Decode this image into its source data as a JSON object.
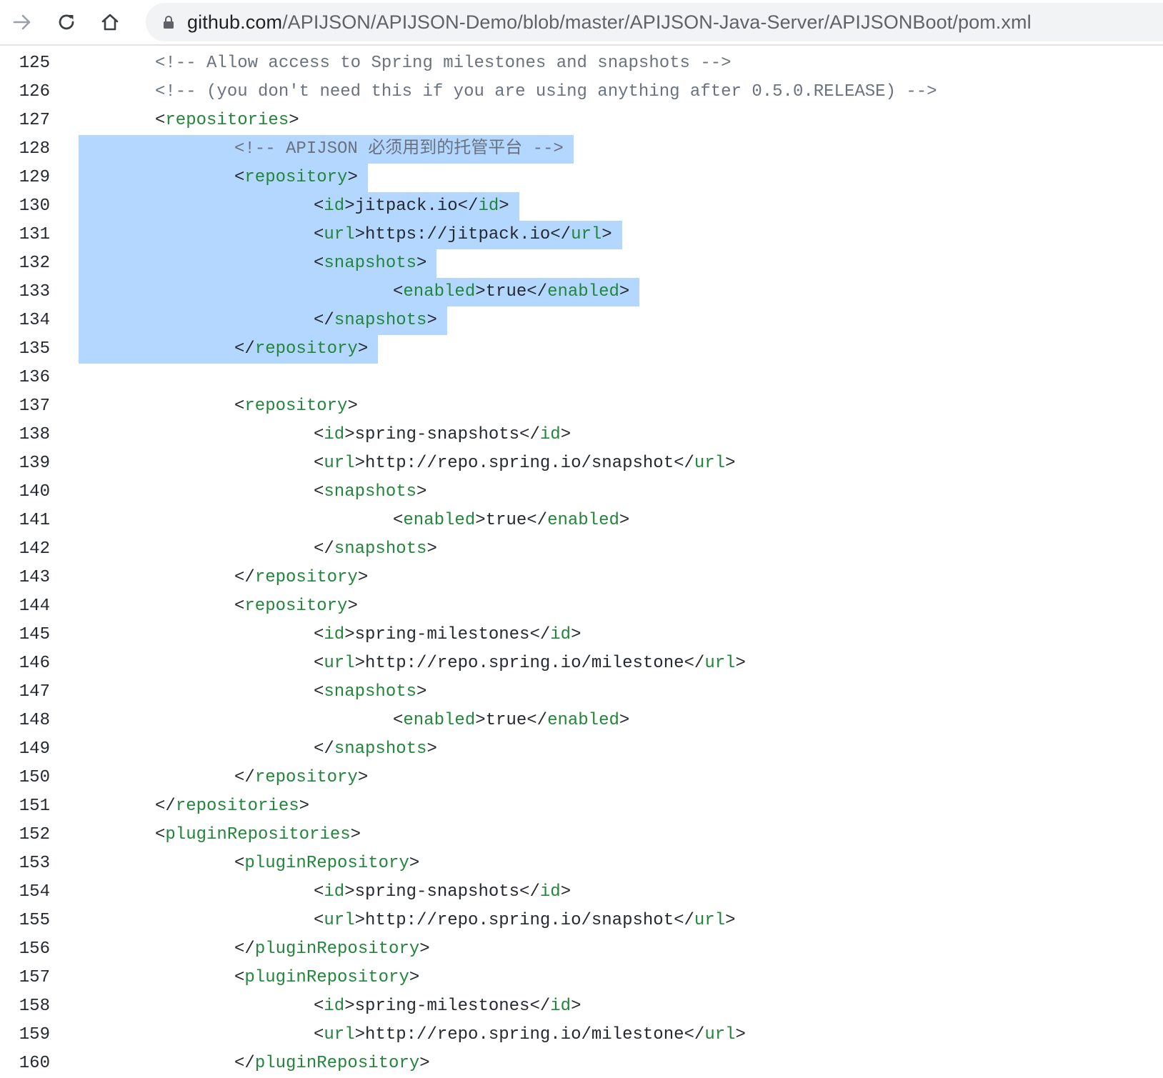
{
  "browser": {
    "url_host": "github.com",
    "url_path": "/APIJSON/APIJSON-Demo/blob/master/APIJSON-Java-Server/APIJSONBoot/pom.xml",
    "icons": {
      "back": "arrow-right-icon",
      "reload": "reload-icon",
      "home": "home-icon",
      "lock": "lock-icon"
    }
  },
  "code": {
    "colors": {
      "selection": "#b4d7ff",
      "tag": "#22863a",
      "comment": "#6a737d",
      "text": "#24292e"
    },
    "lines": [
      {
        "n": "125",
        "indent": 1,
        "selected": false,
        "segments": [
          {
            "t": "<!-- Allow access to Spring milestones and snapshots -->",
            "k": "comment"
          }
        ]
      },
      {
        "n": "126",
        "indent": 1,
        "selected": false,
        "segments": [
          {
            "t": "<!-- (you don't need this if you are using anything after 0.5.0.RELEASE) -->",
            "k": "comment"
          }
        ]
      },
      {
        "n": "127",
        "indent": 1,
        "selected": false,
        "segments": [
          {
            "t": "<",
            "k": "punct"
          },
          {
            "t": "repositories",
            "k": "tag"
          },
          {
            "t": ">",
            "k": "punct"
          }
        ]
      },
      {
        "n": "128",
        "indent": 2,
        "selected": true,
        "segments": [
          {
            "t": "<!-- APIJSON 必须用到的托管平台 -->",
            "k": "comment"
          }
        ]
      },
      {
        "n": "129",
        "indent": 2,
        "selected": true,
        "segments": [
          {
            "t": "<",
            "k": "punct"
          },
          {
            "t": "repository",
            "k": "tag"
          },
          {
            "t": ">",
            "k": "punct"
          }
        ]
      },
      {
        "n": "130",
        "indent": 3,
        "selected": true,
        "segments": [
          {
            "t": "<",
            "k": "punct"
          },
          {
            "t": "id",
            "k": "tag"
          },
          {
            "t": ">jitpack.io</",
            "k": "text"
          },
          {
            "t": "id",
            "k": "tag"
          },
          {
            "t": ">",
            "k": "punct"
          }
        ]
      },
      {
        "n": "131",
        "indent": 3,
        "selected": true,
        "segments": [
          {
            "t": "<",
            "k": "punct"
          },
          {
            "t": "url",
            "k": "tag"
          },
          {
            "t": ">https://jitpack.io</",
            "k": "text"
          },
          {
            "t": "url",
            "k": "tag"
          },
          {
            "t": ">",
            "k": "punct"
          }
        ]
      },
      {
        "n": "132",
        "indent": 3,
        "selected": true,
        "segments": [
          {
            "t": "<",
            "k": "punct"
          },
          {
            "t": "snapshots",
            "k": "tag"
          },
          {
            "t": ">",
            "k": "punct"
          }
        ]
      },
      {
        "n": "133",
        "indent": 4,
        "selected": true,
        "segments": [
          {
            "t": "<",
            "k": "punct"
          },
          {
            "t": "enabled",
            "k": "tag"
          },
          {
            "t": ">true</",
            "k": "text"
          },
          {
            "t": "enabled",
            "k": "tag"
          },
          {
            "t": ">",
            "k": "punct"
          }
        ]
      },
      {
        "n": "134",
        "indent": 3,
        "selected": true,
        "segments": [
          {
            "t": "</",
            "k": "punct"
          },
          {
            "t": "snapshots",
            "k": "tag"
          },
          {
            "t": ">",
            "k": "punct"
          }
        ]
      },
      {
        "n": "135",
        "indent": 2,
        "selected": true,
        "segments": [
          {
            "t": "</",
            "k": "punct"
          },
          {
            "t": "repository",
            "k": "tag"
          },
          {
            "t": ">",
            "k": "punct"
          }
        ]
      },
      {
        "n": "136",
        "indent": 0,
        "selected": false,
        "segments": []
      },
      {
        "n": "137",
        "indent": 2,
        "selected": false,
        "segments": [
          {
            "t": "<",
            "k": "punct"
          },
          {
            "t": "repository",
            "k": "tag"
          },
          {
            "t": ">",
            "k": "punct"
          }
        ]
      },
      {
        "n": "138",
        "indent": 3,
        "selected": false,
        "segments": [
          {
            "t": "<",
            "k": "punct"
          },
          {
            "t": "id",
            "k": "tag"
          },
          {
            "t": ">spring-snapshots</",
            "k": "text"
          },
          {
            "t": "id",
            "k": "tag"
          },
          {
            "t": ">",
            "k": "punct"
          }
        ]
      },
      {
        "n": "139",
        "indent": 3,
        "selected": false,
        "segments": [
          {
            "t": "<",
            "k": "punct"
          },
          {
            "t": "url",
            "k": "tag"
          },
          {
            "t": ">http://repo.spring.io/snapshot</",
            "k": "text"
          },
          {
            "t": "url",
            "k": "tag"
          },
          {
            "t": ">",
            "k": "punct"
          }
        ]
      },
      {
        "n": "140",
        "indent": 3,
        "selected": false,
        "segments": [
          {
            "t": "<",
            "k": "punct"
          },
          {
            "t": "snapshots",
            "k": "tag"
          },
          {
            "t": ">",
            "k": "punct"
          }
        ]
      },
      {
        "n": "141",
        "indent": 4,
        "selected": false,
        "segments": [
          {
            "t": "<",
            "k": "punct"
          },
          {
            "t": "enabled",
            "k": "tag"
          },
          {
            "t": ">true</",
            "k": "text"
          },
          {
            "t": "enabled",
            "k": "tag"
          },
          {
            "t": ">",
            "k": "punct"
          }
        ]
      },
      {
        "n": "142",
        "indent": 3,
        "selected": false,
        "segments": [
          {
            "t": "</",
            "k": "punct"
          },
          {
            "t": "snapshots",
            "k": "tag"
          },
          {
            "t": ">",
            "k": "punct"
          }
        ]
      },
      {
        "n": "143",
        "indent": 2,
        "selected": false,
        "segments": [
          {
            "t": "</",
            "k": "punct"
          },
          {
            "t": "repository",
            "k": "tag"
          },
          {
            "t": ">",
            "k": "punct"
          }
        ]
      },
      {
        "n": "144",
        "indent": 2,
        "selected": false,
        "segments": [
          {
            "t": "<",
            "k": "punct"
          },
          {
            "t": "repository",
            "k": "tag"
          },
          {
            "t": ">",
            "k": "punct"
          }
        ]
      },
      {
        "n": "145",
        "indent": 3,
        "selected": false,
        "segments": [
          {
            "t": "<",
            "k": "punct"
          },
          {
            "t": "id",
            "k": "tag"
          },
          {
            "t": ">spring-milestones</",
            "k": "text"
          },
          {
            "t": "id",
            "k": "tag"
          },
          {
            "t": ">",
            "k": "punct"
          }
        ]
      },
      {
        "n": "146",
        "indent": 3,
        "selected": false,
        "segments": [
          {
            "t": "<",
            "k": "punct"
          },
          {
            "t": "url",
            "k": "tag"
          },
          {
            "t": ">http://repo.spring.io/milestone</",
            "k": "text"
          },
          {
            "t": "url",
            "k": "tag"
          },
          {
            "t": ">",
            "k": "punct"
          }
        ]
      },
      {
        "n": "147",
        "indent": 3,
        "selected": false,
        "segments": [
          {
            "t": "<",
            "k": "punct"
          },
          {
            "t": "snapshots",
            "k": "tag"
          },
          {
            "t": ">",
            "k": "punct"
          }
        ]
      },
      {
        "n": "148",
        "indent": 4,
        "selected": false,
        "segments": [
          {
            "t": "<",
            "k": "punct"
          },
          {
            "t": "enabled",
            "k": "tag"
          },
          {
            "t": ">true</",
            "k": "text"
          },
          {
            "t": "enabled",
            "k": "tag"
          },
          {
            "t": ">",
            "k": "punct"
          }
        ]
      },
      {
        "n": "149",
        "indent": 3,
        "selected": false,
        "segments": [
          {
            "t": "</",
            "k": "punct"
          },
          {
            "t": "snapshots",
            "k": "tag"
          },
          {
            "t": ">",
            "k": "punct"
          }
        ]
      },
      {
        "n": "150",
        "indent": 2,
        "selected": false,
        "segments": [
          {
            "t": "</",
            "k": "punct"
          },
          {
            "t": "repository",
            "k": "tag"
          },
          {
            "t": ">",
            "k": "punct"
          }
        ]
      },
      {
        "n": "151",
        "indent": 1,
        "selected": false,
        "segments": [
          {
            "t": "</",
            "k": "punct"
          },
          {
            "t": "repositories",
            "k": "tag"
          },
          {
            "t": ">",
            "k": "punct"
          }
        ]
      },
      {
        "n": "152",
        "indent": 1,
        "selected": false,
        "segments": [
          {
            "t": "<",
            "k": "punct"
          },
          {
            "t": "pluginRepositories",
            "k": "tag"
          },
          {
            "t": ">",
            "k": "punct"
          }
        ]
      },
      {
        "n": "153",
        "indent": 2,
        "selected": false,
        "segments": [
          {
            "t": "<",
            "k": "punct"
          },
          {
            "t": "pluginRepository",
            "k": "tag"
          },
          {
            "t": ">",
            "k": "punct"
          }
        ]
      },
      {
        "n": "154",
        "indent": 3,
        "selected": false,
        "segments": [
          {
            "t": "<",
            "k": "punct"
          },
          {
            "t": "id",
            "k": "tag"
          },
          {
            "t": ">spring-snapshots</",
            "k": "text"
          },
          {
            "t": "id",
            "k": "tag"
          },
          {
            "t": ">",
            "k": "punct"
          }
        ]
      },
      {
        "n": "155",
        "indent": 3,
        "selected": false,
        "segments": [
          {
            "t": "<",
            "k": "punct"
          },
          {
            "t": "url",
            "k": "tag"
          },
          {
            "t": ">http://repo.spring.io/snapshot</",
            "k": "text"
          },
          {
            "t": "url",
            "k": "tag"
          },
          {
            "t": ">",
            "k": "punct"
          }
        ]
      },
      {
        "n": "156",
        "indent": 2,
        "selected": false,
        "segments": [
          {
            "t": "</",
            "k": "punct"
          },
          {
            "t": "pluginRepository",
            "k": "tag"
          },
          {
            "t": ">",
            "k": "punct"
          }
        ]
      },
      {
        "n": "157",
        "indent": 2,
        "selected": false,
        "segments": [
          {
            "t": "<",
            "k": "punct"
          },
          {
            "t": "pluginRepository",
            "k": "tag"
          },
          {
            "t": ">",
            "k": "punct"
          }
        ]
      },
      {
        "n": "158",
        "indent": 3,
        "selected": false,
        "segments": [
          {
            "t": "<",
            "k": "punct"
          },
          {
            "t": "id",
            "k": "tag"
          },
          {
            "t": ">spring-milestones</",
            "k": "text"
          },
          {
            "t": "id",
            "k": "tag"
          },
          {
            "t": ">",
            "k": "punct"
          }
        ]
      },
      {
        "n": "159",
        "indent": 3,
        "selected": false,
        "segments": [
          {
            "t": "<",
            "k": "punct"
          },
          {
            "t": "url",
            "k": "tag"
          },
          {
            "t": ">http://repo.spring.io/milestone</",
            "k": "text"
          },
          {
            "t": "url",
            "k": "tag"
          },
          {
            "t": ">",
            "k": "punct"
          }
        ]
      },
      {
        "n": "160",
        "indent": 2,
        "selected": false,
        "segments": [
          {
            "t": "</",
            "k": "punct"
          },
          {
            "t": "pluginRepository",
            "k": "tag"
          },
          {
            "t": ">",
            "k": "punct"
          }
        ]
      }
    ]
  }
}
